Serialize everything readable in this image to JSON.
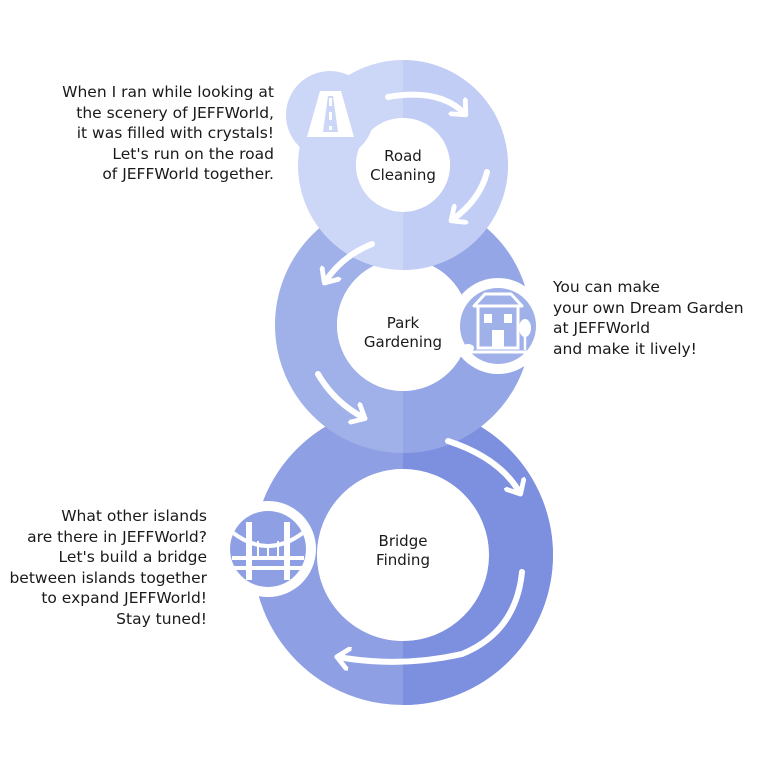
{
  "colors": {
    "light": "#ccd6f7",
    "lightMid": "#bac8f3",
    "mid": "#a0b0e8",
    "midDark": "#8f9fe3",
    "dark": "#7d8fdf",
    "arrow": "#ffffff",
    "text": "#1a1a1a"
  },
  "steps": [
    {
      "title": "Road\nCleaning",
      "icon": "road-icon",
      "description": "When I ran while looking at\nthe scenery of JEFFWorld,\nit was filled with crystals!\nLet's run on the road\nof JEFFWorld together."
    },
    {
      "title": "Park\nGardening",
      "icon": "house-garden-icon",
      "description": "You can make\nyour own Dream Garden\nat JEFFWorld\nand make it lively!"
    },
    {
      "title": "Bridge\nFinding",
      "icon": "bridge-icon",
      "description": "What other islands\nare there in JEFFWorld?\nLet's build a bridge\nbetween islands together\nto expand JEFFWorld!\nStay tuned!"
    }
  ]
}
